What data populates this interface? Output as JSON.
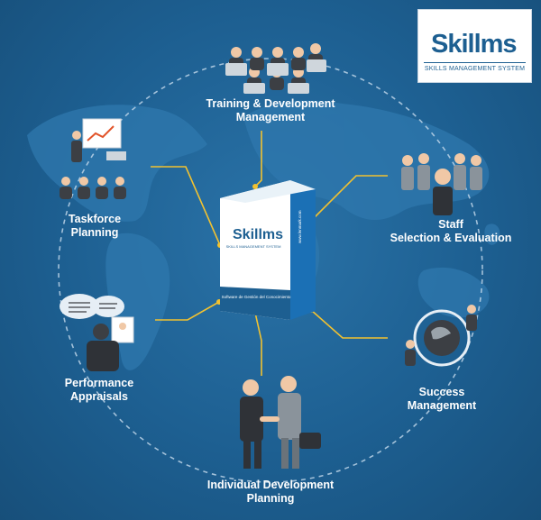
{
  "brand": {
    "logo_word": "Skillms",
    "logo_subtitle": "SKILLS MANAGEMENT SYSTEM",
    "accent_color": "#e2542a",
    "primary_color": "#1d5f91"
  },
  "product_box": {
    "word": "Skillms",
    "subtitle": "SKILLS MANAGEMENT SYSTEM",
    "tagline": "Software de Gestión del Conocimiento",
    "url": "www.lenmark.com"
  },
  "labels": {
    "training": [
      "Training & Development",
      "Management"
    ],
    "staff": [
      "Staff",
      "Selection & Evaluation"
    ],
    "success": [
      "Success",
      "Management"
    ],
    "individual": [
      "Individual Development",
      "Planning"
    ],
    "performance": [
      "Performance",
      "Appraisals"
    ],
    "taskforce": [
      "Taskforce",
      "Planning"
    ]
  }
}
